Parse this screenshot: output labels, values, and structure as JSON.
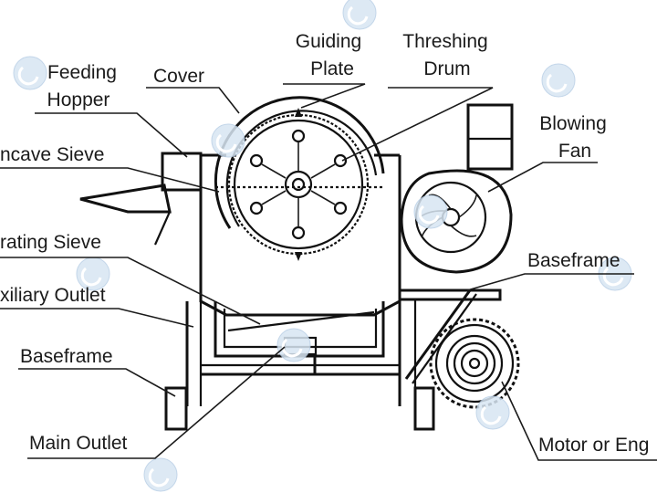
{
  "diagram": {
    "labels": {
      "feeding_hopper_line1": "Feeding",
      "feeding_hopper_line2": "Hopper",
      "cover": "Cover",
      "guiding_plate_line1": "Guiding",
      "guiding_plate_line2": "Plate",
      "threshing_drum_line1": "Threshing",
      "threshing_drum_line2": "Drum",
      "blowing_fan_line1": "Blowing",
      "blowing_fan_line2": "Fan",
      "concave_sieve": "ncave Sieve",
      "vibrating_sieve": "rating Sieve",
      "auxiliary_outlet": "xiliary Outlet",
      "baseframe_left": "Baseframe",
      "baseframe_right": "Baseframe",
      "main_outlet": "Main Outlet",
      "motor_or_engine": "Motor or Eng"
    }
  },
  "colors": {
    "ink": "#111111",
    "watermark": "#d8e6f3"
  }
}
